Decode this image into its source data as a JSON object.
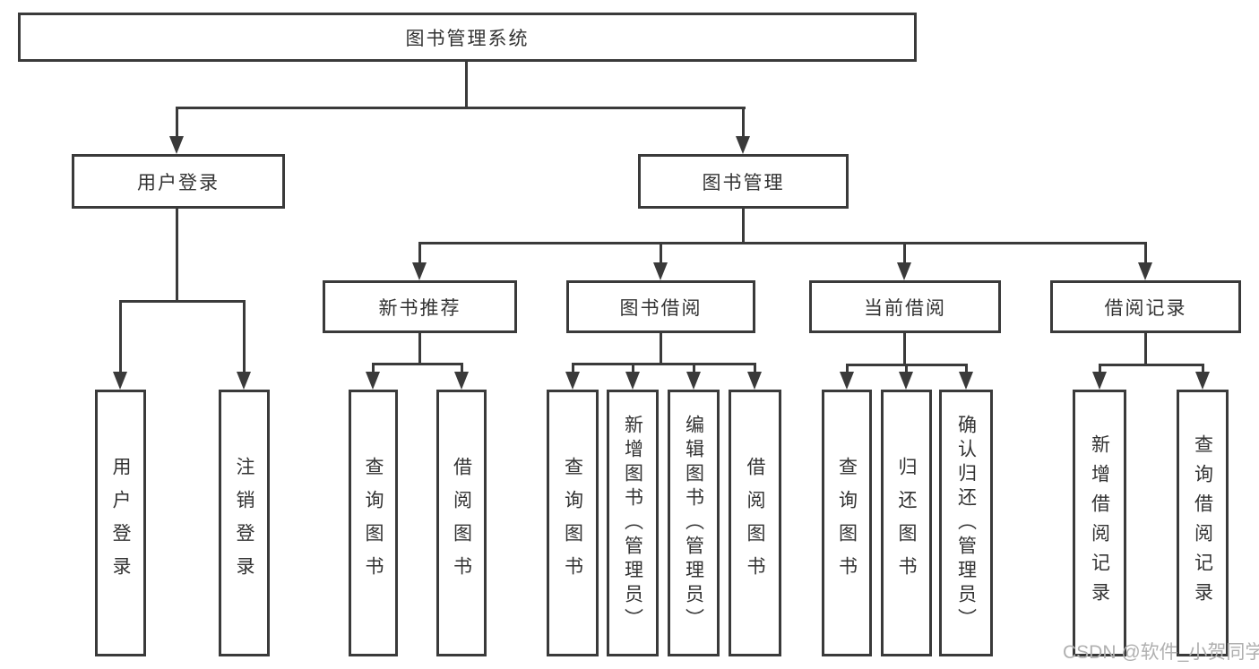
{
  "tree": {
    "label": "图书管理系统",
    "children": [
      {
        "label": "用户登录",
        "children": [
          {
            "label": "用户登录"
          },
          {
            "label": "注销登录"
          }
        ]
      },
      {
        "label": "图书管理",
        "children": [
          {
            "label": "新书推荐",
            "children": [
              {
                "label": "查询图书"
              },
              {
                "label": "借阅图书"
              }
            ]
          },
          {
            "label": "图书借阅",
            "children": [
              {
                "label": "查询图书"
              },
              {
                "label": "新增图书（管理员）"
              },
              {
                "label": "编辑图书（管理员）"
              },
              {
                "label": "借阅图书"
              }
            ]
          },
          {
            "label": "当前借阅",
            "children": [
              {
                "label": "查询图书"
              },
              {
                "label": "归还图书"
              },
              {
                "label": "确认归还（管理员）"
              }
            ]
          },
          {
            "label": "借阅记录",
            "children": [
              {
                "label": "新增借阅记录"
              },
              {
                "label": "查询借阅记录"
              }
            ]
          }
        ]
      }
    ]
  },
  "watermark": {
    "text": "CSDN @软件_小贺同学"
  },
  "colors": {
    "line": "#3a3a3a",
    "text": "#333333",
    "watermark": "#b0b0b0",
    "bg": "#ffffff"
  }
}
